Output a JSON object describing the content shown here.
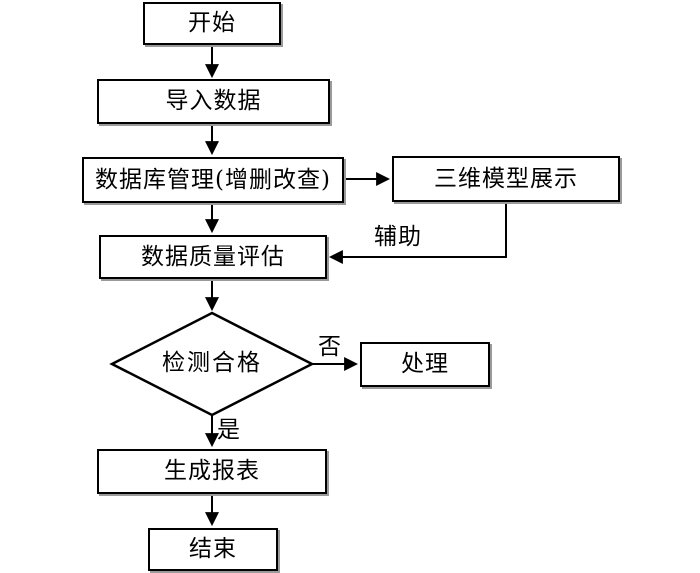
{
  "flowchart": {
    "type": "flowchart",
    "language": "zh-CN",
    "nodes": [
      {
        "id": "start",
        "shape": "rect",
        "label": "开始"
      },
      {
        "id": "import",
        "shape": "rect",
        "label": "导入数据"
      },
      {
        "id": "db",
        "shape": "rect",
        "label": "数据库管理(增删改查)"
      },
      {
        "id": "model3d",
        "shape": "rect",
        "label": "三维模型展示"
      },
      {
        "id": "quality",
        "shape": "rect",
        "label": "数据质量评估"
      },
      {
        "id": "check",
        "shape": "diamond",
        "label": "检测合格"
      },
      {
        "id": "handle",
        "shape": "rect",
        "label": "处理"
      },
      {
        "id": "report",
        "shape": "rect",
        "label": "生成报表"
      },
      {
        "id": "end",
        "shape": "rect",
        "label": "结束"
      }
    ],
    "edges": [
      {
        "from": "start",
        "to": "import",
        "label": ""
      },
      {
        "from": "import",
        "to": "db",
        "label": ""
      },
      {
        "from": "db",
        "to": "model3d",
        "label": ""
      },
      {
        "from": "db",
        "to": "quality",
        "label": ""
      },
      {
        "from": "model3d",
        "to": "quality",
        "label": "辅助"
      },
      {
        "from": "quality",
        "to": "check",
        "label": ""
      },
      {
        "from": "check",
        "to": "handle",
        "label": "否"
      },
      {
        "from": "check",
        "to": "report",
        "label": "是"
      },
      {
        "from": "report",
        "to": "end",
        "label": ""
      }
    ],
    "edge_labels": {
      "aux": "辅助",
      "no": "否",
      "yes": "是"
    },
    "colors": {
      "background": "#ffffff",
      "box_fill": "#ffffff",
      "box_border": "#000000",
      "line": "#000000",
      "text": "#000000",
      "shadow": "#9a9a9a"
    }
  }
}
